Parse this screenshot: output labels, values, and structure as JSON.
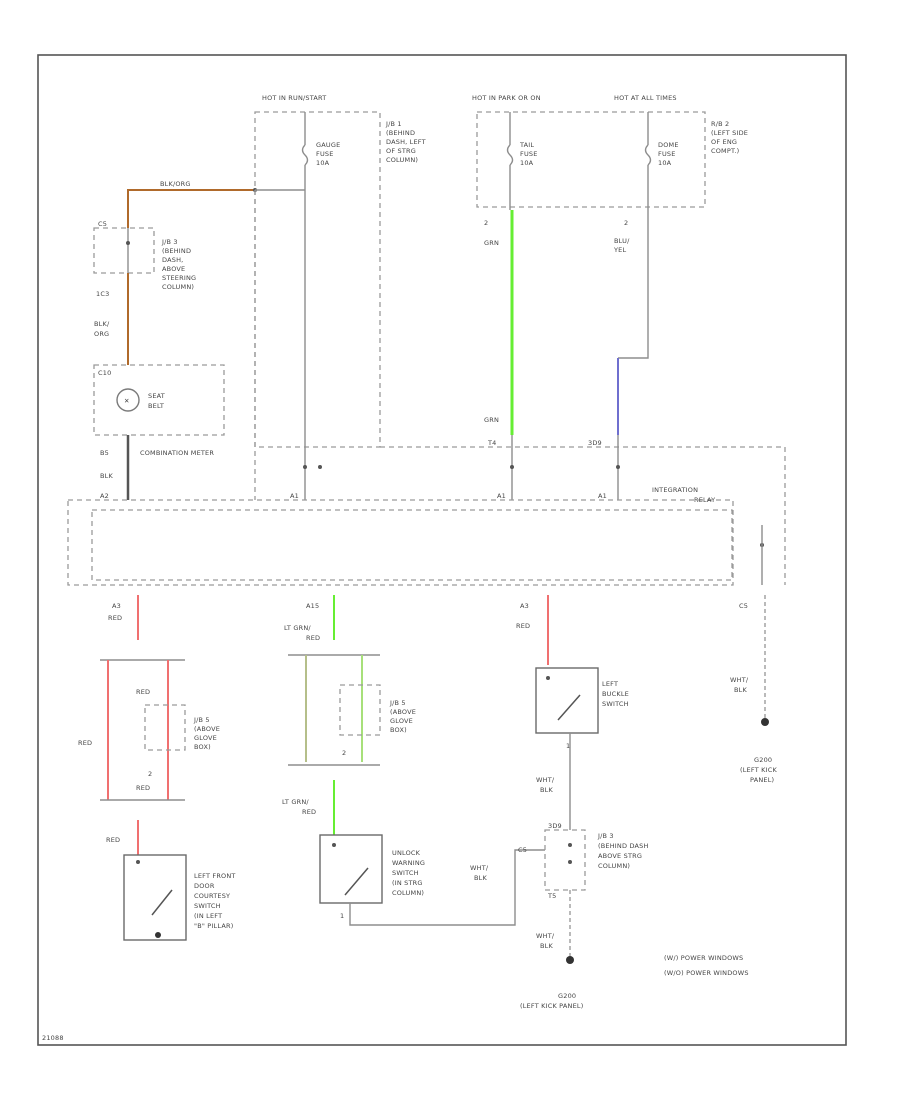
{
  "colors": {
    "brown_orange": "#b06a2b",
    "light_green": "#66ee33",
    "green": "#a7e07a",
    "blue": "#6f6fcf",
    "red": "#f07070",
    "olive": "#b5bf8a"
  },
  "power": {
    "hot_run_start": "HOT IN RUN/START",
    "hot_park": "HOT IN PARK OR ON",
    "hot_all_times": "HOT AT ALL TIMES"
  },
  "fuses": {
    "gauge": [
      "GAUGE",
      "FUSE",
      "10A"
    ],
    "tail": [
      "TAIL",
      "FUSE",
      "10A"
    ],
    "dome": [
      "DOME",
      "FUSE",
      "10A"
    ]
  },
  "jbs": {
    "jb1": [
      "J/B 1",
      "(BEHIND",
      "DASH, LEFT",
      "OF STRG",
      "COLUMN)"
    ],
    "rb2": [
      "R/B 2",
      "(LEFT SIDE",
      "OF ENG",
      "COMPT.)"
    ],
    "jb3_top": [
      "J/B 3",
      "(BEHIND",
      "DASH,",
      "ABOVE",
      "STEERING",
      "COLUMN)"
    ],
    "jb5_left": [
      "J/B 5",
      "(ABOVE",
      "GLOVE",
      "BOX)"
    ],
    "jb5_mid": [
      "J/B 5",
      "(ABOVE",
      "GLOVE",
      "BOX)"
    ],
    "jb3_bottom": [
      "J/B 3",
      "(BEHIND DASH",
      "ABOVE STRG",
      "COLUMN)"
    ]
  },
  "components": {
    "seat_belt": [
      "SEAT",
      "BELT"
    ],
    "combination_meter": "COMBINATION METER",
    "integration_relay": [
      "INTEGRATION",
      "RELAY"
    ],
    "left_buckle_switch": [
      "LEFT",
      "BUCKLE",
      "SWITCH"
    ],
    "left_front_door_switch": [
      "LEFT FRONT",
      "DOOR",
      "COURTESY",
      "SWITCH",
      "(IN LEFT",
      "\"B\" PILLAR)"
    ],
    "unlock_warning_switch": [
      "UNLOCK",
      "WARNING",
      "SWITCH",
      "(IN STRG",
      "COLUMN)"
    ]
  },
  "wires": {
    "blk_wht_org": "BLK/ORG",
    "blk_org": [
      "BLK/",
      "ORG"
    ],
    "grn": "GRN",
    "blu_yel": [
      "BLU/",
      "YEL"
    ],
    "blk": "BLK",
    "red": "RED",
    "lt_grn_red": [
      "LT GRN/",
      "RED"
    ],
    "wht_blk": [
      "WHT/",
      "BLK"
    ]
  },
  "connectors": {
    "c1": "3D9",
    "c2": "1C3",
    "c3": "C10",
    "c4": "B5",
    "c5": "A2",
    "c6": "A1",
    "c7": "A15",
    "c8": "A3",
    "c9": "2",
    "c10": "2",
    "c11": "1",
    "c12": "C5",
    "c13": "T4",
    "c14": "T5",
    "c15": "1"
  },
  "grounds": {
    "g1": [
      "G200",
      "(LEFT KICK",
      "PANEL)"
    ],
    "g2": [
      "G200",
      "(LEFT KICK PANEL)"
    ]
  },
  "notes": {
    "note1": "(W/) POWER WINDOWS",
    "note2": "(W/O) POWER WINDOWS"
  },
  "corner_code": "21088"
}
